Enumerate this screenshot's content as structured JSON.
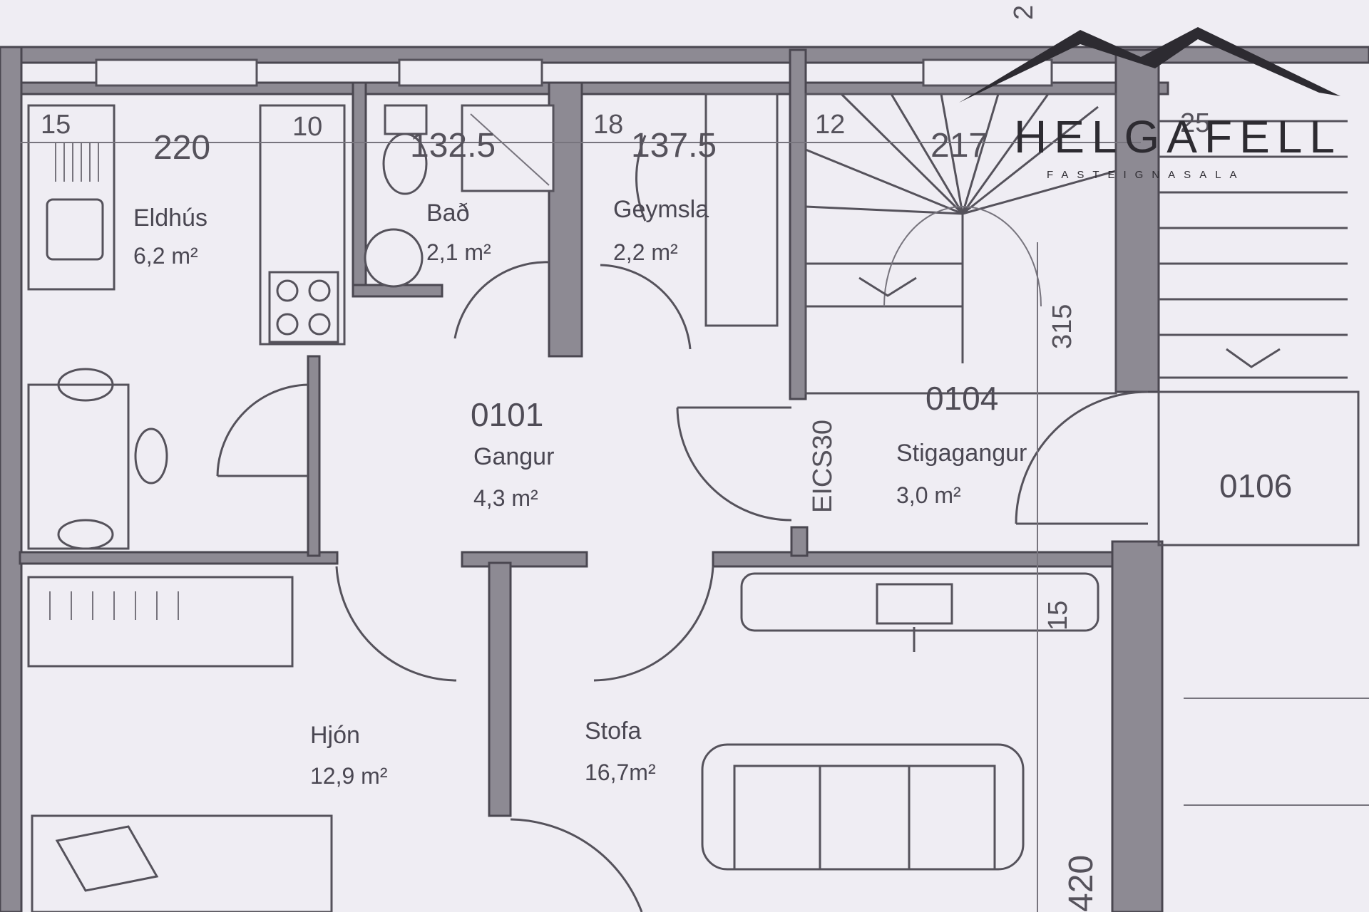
{
  "logo": {
    "name": "HELGAFELL",
    "tagline": "FASTEIGNASALA"
  },
  "rooms": [
    {
      "id": "eldhus",
      "name": "Eldhús",
      "area": "6,2 m²"
    },
    {
      "id": "bad",
      "name": "Bað",
      "area": "2,1 m²"
    },
    {
      "id": "geymsla",
      "name": "Geymsla",
      "area": "2,2 m²"
    },
    {
      "id": "gangur",
      "number": "0101",
      "name": "Gangur",
      "area": "4,3 m²"
    },
    {
      "id": "stiga",
      "number": "0104",
      "name": "Stigagangur",
      "area": "3,0 m²"
    },
    {
      "id": "unit106",
      "number": "0106"
    },
    {
      "id": "hjon",
      "name": "Hjón",
      "area": "12,9 m²"
    },
    {
      "id": "stofa",
      "name": "Stofa",
      "area": "16,7m²"
    }
  ],
  "dimensions": {
    "d15": "15",
    "d220": "220",
    "d10": "10",
    "d132": "132.5",
    "d18": "18",
    "d137": "137.5",
    "d12": "12",
    "d217": "217",
    "d25": "25",
    "d315": "315",
    "d15b": "15",
    "d420": "420",
    "d2": "2"
  },
  "door_rating": "EICS30"
}
